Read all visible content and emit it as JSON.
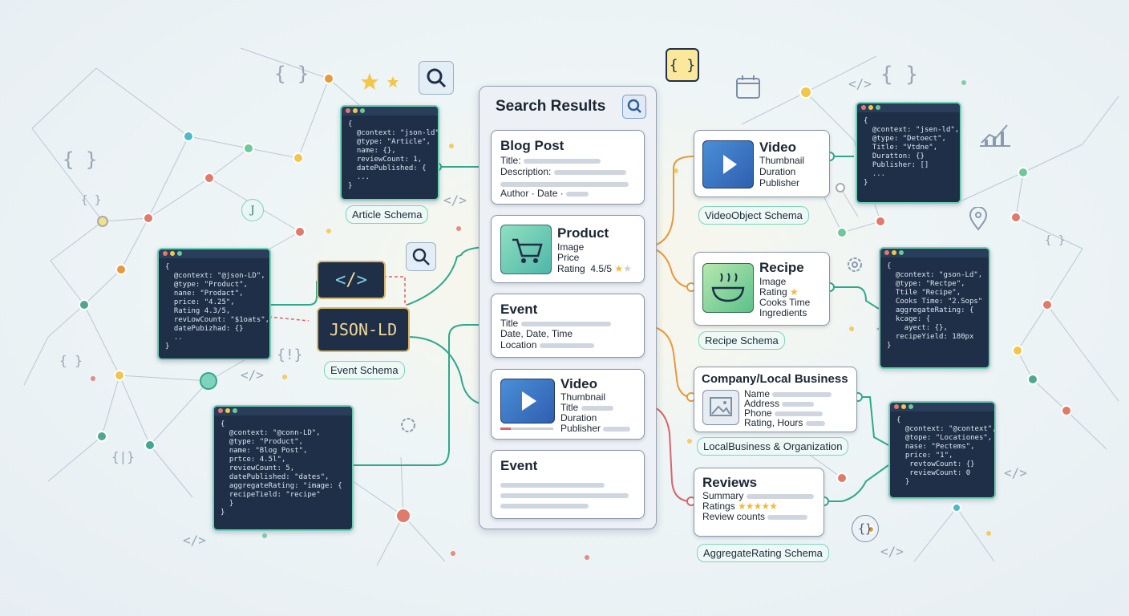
{
  "panel": {
    "title": "Search Results"
  },
  "results": [
    {
      "title": "Blog Post",
      "fields": [
        "Title:",
        "Description:",
        "Author · Date ·"
      ]
    },
    {
      "title": "Product",
      "fields": [
        "Image",
        "Price",
        "Rating  4.5/5"
      ]
    },
    {
      "title": "Event",
      "fields": [
        "Title",
        "Date, Date, Time",
        "Location"
      ]
    },
    {
      "title": "Video",
      "fields": [
        "Thumbnail",
        "Title",
        "Duration",
        "Publisher"
      ]
    },
    {
      "title": "Event"
    }
  ],
  "schema_cards": [
    {
      "title": "Video",
      "fields": [
        "Thumbnail",
        "Duration",
        "Publisher"
      ]
    },
    {
      "title": "Recipe",
      "fields": [
        "Image",
        "Rating",
        "Cooks Time",
        "Ingredients"
      ]
    },
    {
      "title": "Company/Local Business",
      "fields": [
        "Name",
        "Address",
        "Phone",
        "Rating, Hours"
      ]
    },
    {
      "title": "Reviews",
      "fields": [
        "Summary",
        "Ratings",
        "Review counts"
      ]
    }
  ],
  "labels": {
    "article": "Article Schema",
    "event": "Event Schema",
    "video": "VideoObject Schema",
    "recipe": "Recipe Schema",
    "local": "LocalBusiness & Organization",
    "aggregate": "AggregateRating Schema",
    "jsonld": "JSON-LD"
  },
  "code_snippets": {
    "article": "{\n  @context: \"json-ld\",\n  @type: \"Article\",\n  name: {},\n  reviewCount: 1,\n  datePublished: {\n  ...\n}",
    "product": "{\n  @context: \"@json-LD\",\n  @type: \"Product\",\n  nane: \"Prodact\",\n  price: \"4.25\",\n  Rating 4.3/5,\n  revLowCount: \"$1oats\",\n  datePubizhad: {}\n  ..\n}",
    "blog": "{\n  @context: \"@conn-LD\",\n  @type: \"Product\",\n  name: \"Blog Post\",\n  prtce: 4.5l\",\n  reviewCount: 5,\n  datePublished: \"dates\",\n  aggregateRating: \"image: {\n  recipeTield: \"recipe\"\n  }\n}",
    "video": "{\n  @context: \"jsen-ld\",\n  @type: \"Detoect\",\n  Title: \"Vtdne\",\n  Duratton: {}\n  Publisher: []\n  ...\n}",
    "recipe": "{\n  @context: \"gson-Ld\",\n  @type: \"Rectpe\",\n  Ttile \"Recipe\",\n  Cooks Time: \"2.Sops\"\n  aggregateRating: {\n  kcage: {\n    ayect: {},\n  recipeYield: 180px\n}",
    "local": "{\n  @context: \"@context\",\n  @tope: \"Locationes\",\n  nase: \"Pectems\",\n  price: \"1\",\n   revtowCount: {}\n   reviewCount: 0\n  }"
  },
  "rating_value": 0.9,
  "colors": {
    "teal": "#2fa88c",
    "orange": "#e59a3c",
    "red": "#d9646a",
    "navy": "#1f2f47",
    "yellow": "#f2c64a"
  },
  "icons": [
    "search-icon",
    "braces-icon",
    "star-icon",
    "code-icon",
    "calendar-icon",
    "chart-icon",
    "map-pin-icon",
    "gear-icon",
    "cart-icon",
    "play-icon",
    "bowl-icon",
    "image-icon"
  ]
}
